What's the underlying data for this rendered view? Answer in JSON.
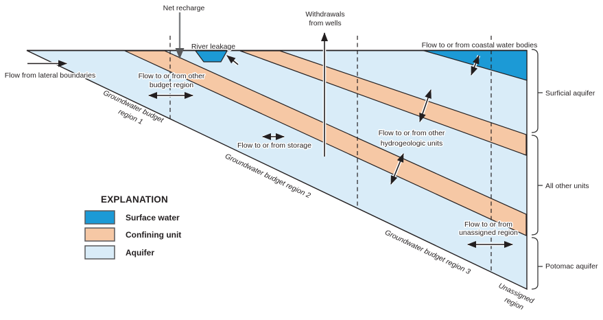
{
  "colors": {
    "surface_water": "#1C9AD6",
    "confining_unit": "#F6C8A5",
    "aquifer": "#D9ECF8",
    "outline": "#231f20",
    "recharge_arrow": "#7d7f82"
  },
  "labels": {
    "net_recharge": "Net recharge",
    "withdrawals_line1": "Withdrawals",
    "withdrawals_line2": "from wells",
    "river_leakage": "River leakage",
    "lateral_boundaries": "Flow from lateral boundaries",
    "budget_region_line1": "Flow to or from other",
    "budget_region_line2": "budget region",
    "storage": "Flow to or from storage",
    "hydro_line1": "Flow to or from other",
    "hydro_line2": "hydrogeologic units",
    "coastal": "Flow to or from coastal water bodies",
    "unassigned_flow_line1": "Flow to or from",
    "unassigned_flow_line2": "unassigned region"
  },
  "regions": {
    "region1_line1": "Groundwater budget",
    "region1_line2": "region 1",
    "region2": "Groundwater budget region 2",
    "region3": "Groundwater budget region 3",
    "unassigned_line1": "Unassigned",
    "unassigned_line2": "region"
  },
  "right_labels": {
    "surficial": "Surficial aquifer",
    "all_other": "All other units",
    "potomac": "Potomac aquifer"
  },
  "legend": {
    "title": "EXPLANATION",
    "items": [
      {
        "label": "Surface water",
        "color": "#1C9AD6"
      },
      {
        "label": "Confining unit",
        "color": "#F6C8A5"
      },
      {
        "label": "Aquifer",
        "color": "#D9ECF8"
      }
    ]
  }
}
